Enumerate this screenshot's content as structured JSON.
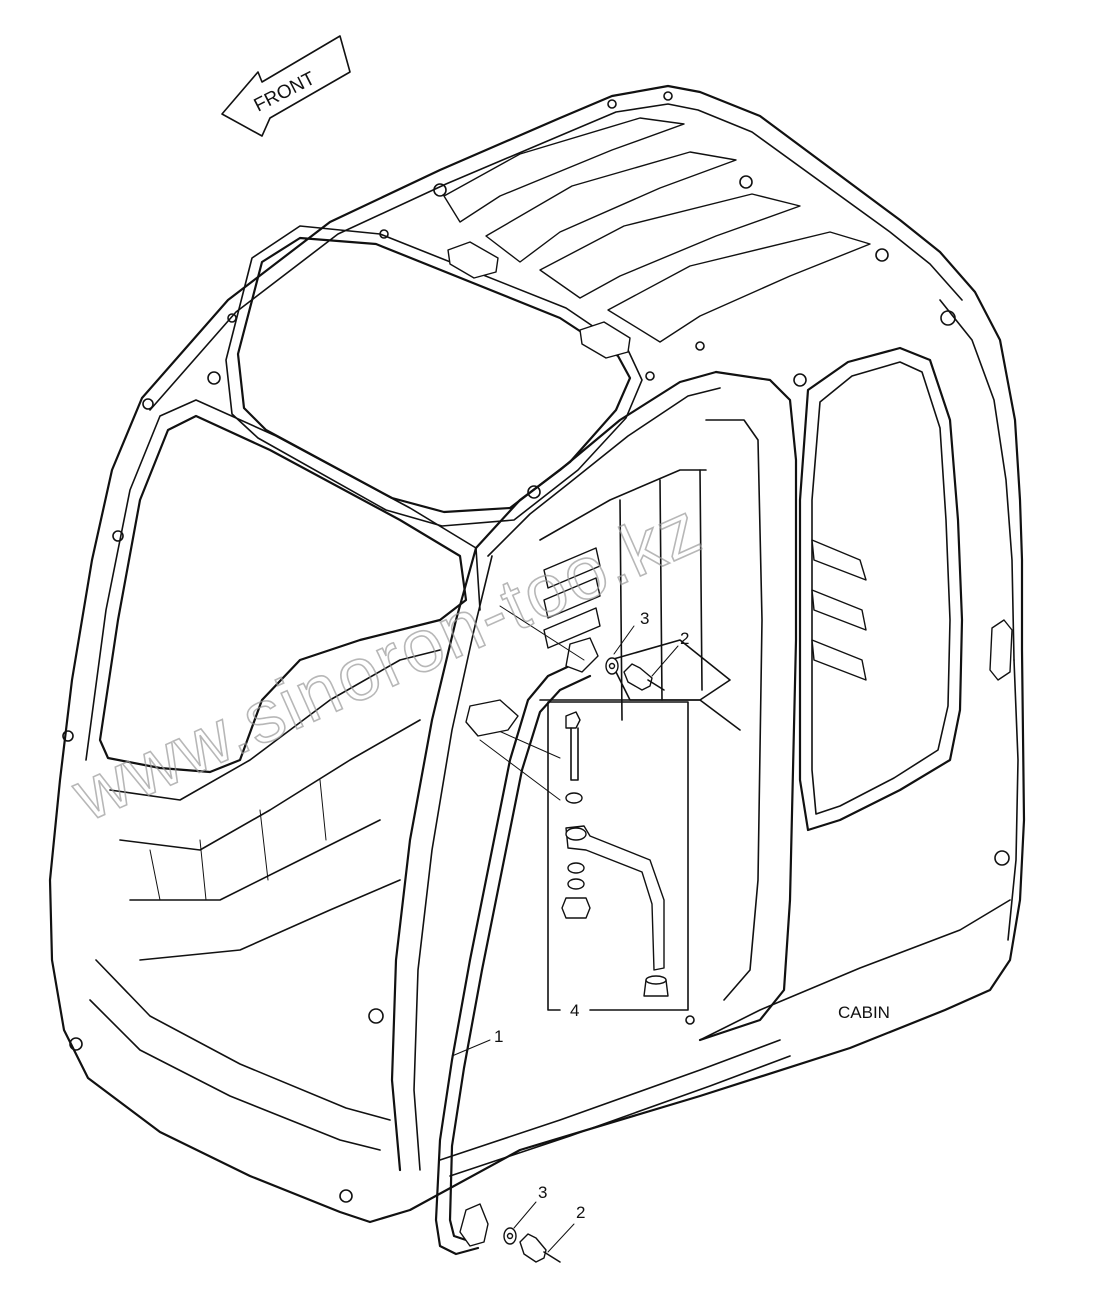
{
  "orientation": {
    "label": "FRONT"
  },
  "caption": "CABIN",
  "watermark": "www.sinoron-too.kz",
  "callouts": {
    "handrail": "1",
    "bolt_upper": "2",
    "washer_upper": "3",
    "bolt_lower": "2",
    "washer_lower": "3",
    "kit": "4"
  }
}
